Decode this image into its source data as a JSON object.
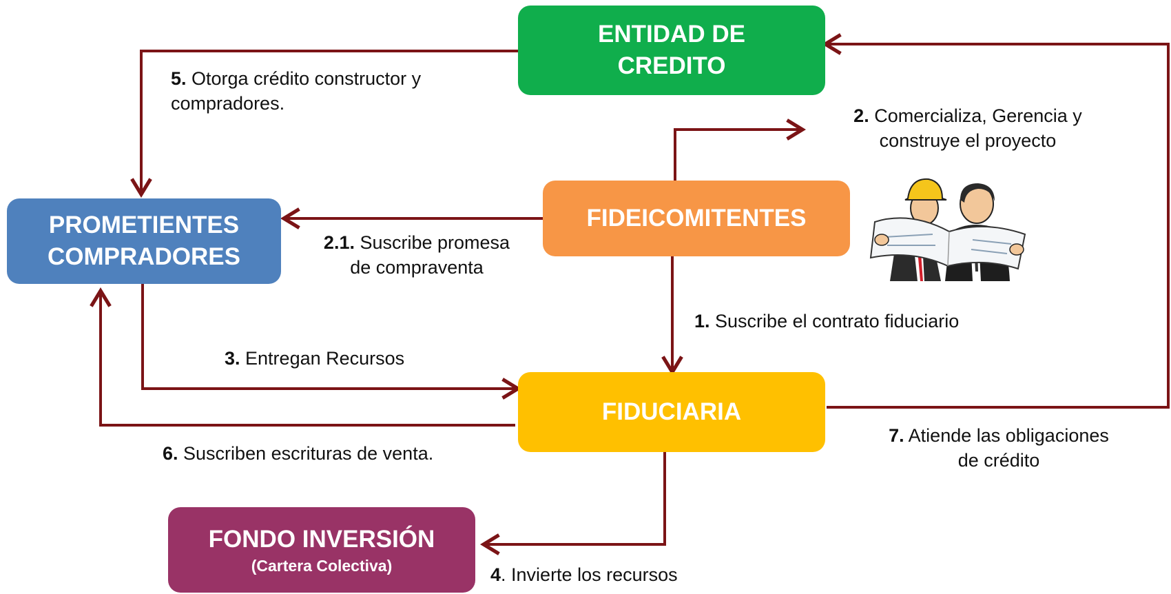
{
  "nodes": {
    "entidad": {
      "line1": "ENTIDAD DE",
      "line2": "CREDITO",
      "color": "#10ae4c"
    },
    "prometientes": {
      "line1": "PROMETIENTES",
      "line2": "COMPRADORES",
      "color": "#4f81bd"
    },
    "fideicomitentes": {
      "label": "FIDEICOMITENTES",
      "color": "#f79646"
    },
    "fiduciaria": {
      "label": "FIDUCIARIA",
      "color": "#ffc000"
    },
    "fondo": {
      "label": "FONDO INVERSIÓN",
      "sub": "(Cartera Colectiva)",
      "color": "#993366"
    }
  },
  "edges": {
    "e1": {
      "num": "1.",
      "line1": " Suscribe el contrato fiduciario"
    },
    "e2": {
      "num": "2.",
      "line1": " Comercializa, Gerencia y",
      "line2": "construye el proyecto"
    },
    "e21": {
      "num": "2.1.",
      "line1": " Suscribe promesa",
      "line2": "de compraventa"
    },
    "e3": {
      "num": "3.",
      "line1": " Entregan Recursos"
    },
    "e4": {
      "num": "4",
      "line1": ". Invierte los recursos"
    },
    "e5": {
      "num": "5.",
      "line1": " Otorga crédito constructor y",
      "line2": "compradores."
    },
    "e6": {
      "num": "6.",
      "line1": " Suscriben escrituras de venta."
    },
    "e7": {
      "num": "7.",
      "line1": " Atiende las obligaciones",
      "line2": "de crédito"
    }
  },
  "colors": {
    "arrow": "#7b1416"
  },
  "icons": {
    "illustration": "engineers-reviewing-blueprint-icon"
  }
}
